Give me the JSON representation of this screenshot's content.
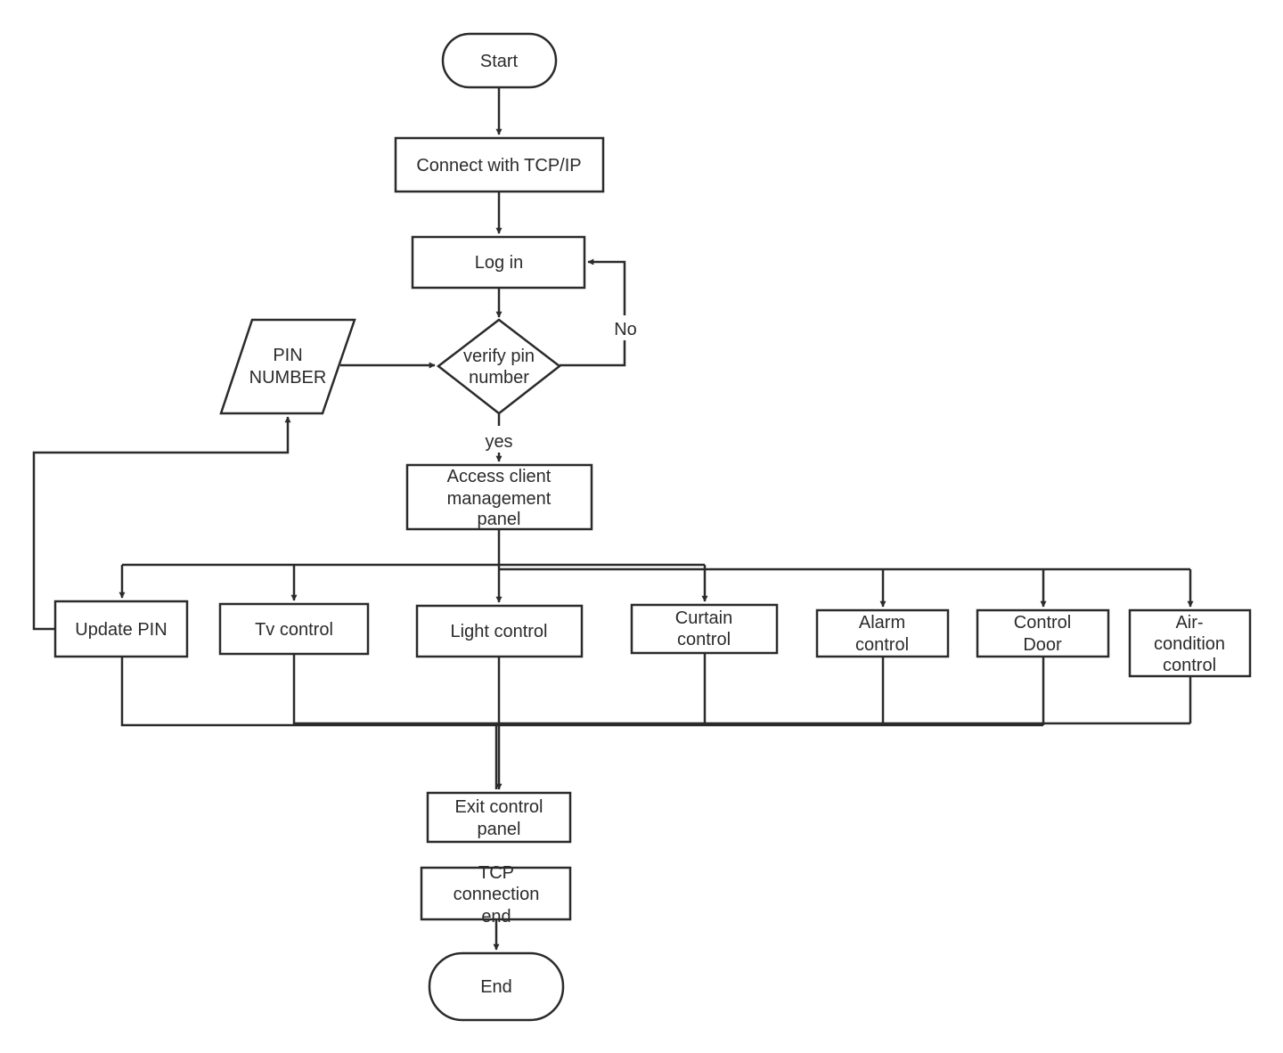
{
  "nodes": {
    "start": "Start",
    "connect": "Connect with TCP/IP",
    "login": "Log in",
    "pin": [
      "PIN",
      "NUMBER"
    ],
    "verify": [
      "verify pin",
      "number"
    ],
    "access": [
      "Access client",
      "management",
      "panel"
    ],
    "update_pin": "Update PIN",
    "tv": "Tv control",
    "light": "Light control",
    "curtain": [
      "Curtain",
      "control"
    ],
    "alarm": [
      "Alarm",
      "control"
    ],
    "door": [
      "Control",
      "Door"
    ],
    "aircon": [
      "Air-",
      "condition",
      "control"
    ],
    "exit": [
      "Exit control",
      "panel"
    ],
    "tcp_end": [
      "TCP",
      "connection",
      "end"
    ],
    "end": "End"
  },
  "edges": {
    "no_label": "No",
    "yes_label": "yes"
  },
  "colors": {
    "stroke": "#2b2b2b",
    "background": "#ffffff"
  }
}
